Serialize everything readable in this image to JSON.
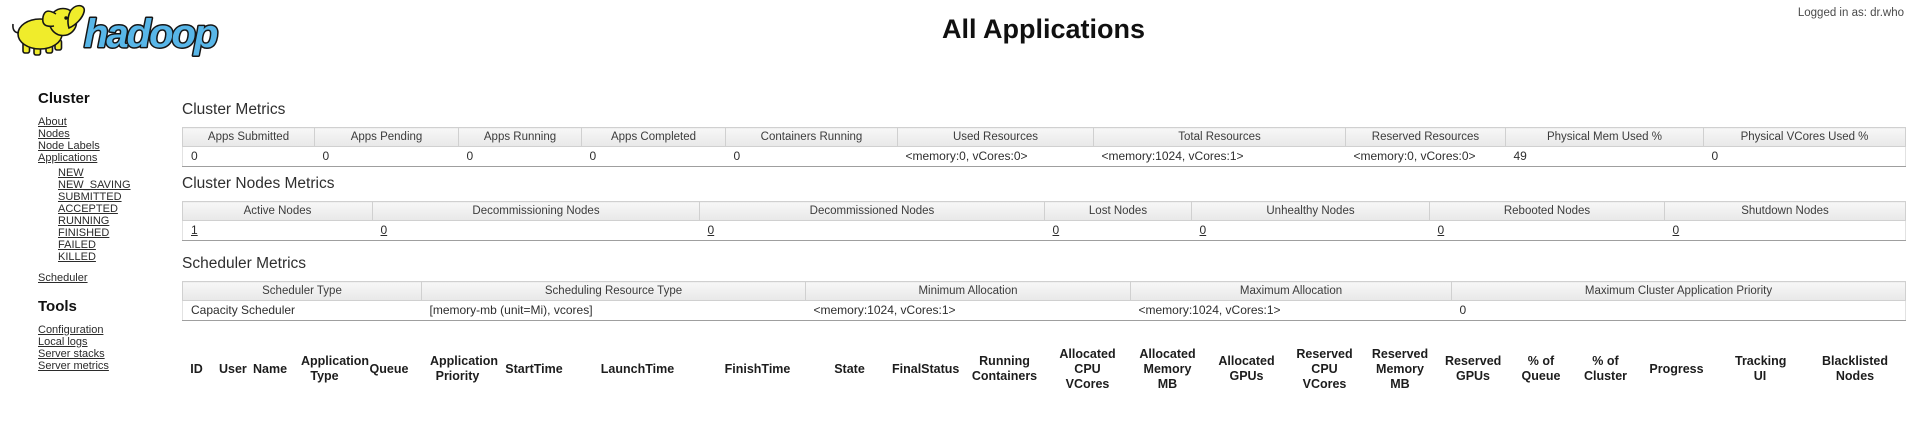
{
  "header": {
    "logo_text": "hadoop",
    "logged_in_as": "Logged in as: dr.who",
    "page_title": "All Applications"
  },
  "colors": {
    "logo_text_blue": "#58b6e8",
    "elephant_yellow": "#f0ec2b"
  },
  "sidebar": {
    "cluster_heading": "Cluster",
    "cluster_links": [
      "About",
      "Nodes",
      "Node Labels",
      "Applications"
    ],
    "application_states": [
      "NEW",
      "NEW_SAVING",
      "SUBMITTED",
      "ACCEPTED",
      "RUNNING",
      "FINISHED",
      "FAILED",
      "KILLED"
    ],
    "scheduler_link": "Scheduler",
    "tools_heading": "Tools",
    "tools_links": [
      "Configuration",
      "Local logs",
      "Server stacks",
      "Server metrics"
    ]
  },
  "cluster_metrics": {
    "heading": "Cluster Metrics",
    "columns": [
      "Apps Submitted",
      "Apps Pending",
      "Apps Running",
      "Apps Completed",
      "Containers Running",
      "Used Resources",
      "Total Resources",
      "Reserved Resources",
      "Physical Mem Used %",
      "Physical VCores Used %"
    ],
    "values": [
      "0",
      "0",
      "0",
      "0",
      "0",
      "<memory:0, vCores:0>",
      "<memory:1024, vCores:1>",
      "<memory:0, vCores:0>",
      "49",
      "0"
    ]
  },
  "cluster_nodes_metrics": {
    "heading": "Cluster Nodes Metrics",
    "columns": [
      "Active Nodes",
      "Decommissioning Nodes",
      "Decommissioned Nodes",
      "Lost Nodes",
      "Unhealthy Nodes",
      "Rebooted Nodes",
      "Shutdown Nodes"
    ],
    "values": [
      "1",
      "0",
      "0",
      "0",
      "0",
      "0",
      "0"
    ]
  },
  "scheduler_metrics": {
    "heading": "Scheduler Metrics",
    "columns": [
      "Scheduler Type",
      "Scheduling Resource Type",
      "Minimum Allocation",
      "Maximum Allocation",
      "Maximum Cluster Application Priority"
    ],
    "values": [
      "Capacity Scheduler",
      "[memory-mb (unit=Mi), vcores]",
      "<memory:1024, vCores:1>",
      "<memory:1024, vCores:1>",
      "0"
    ]
  },
  "applications_table": {
    "columns": [
      "ID",
      "User",
      "Name",
      "Application Type",
      "Queue",
      "Application Priority",
      "StartTime",
      "LaunchTime",
      "FinishTime",
      "State",
      "FinalStatus",
      "Running Containers",
      "Allocated CPU VCores",
      "Allocated Memory MB",
      "Allocated GPUs",
      "Reserved CPU VCores",
      "Reserved Memory MB",
      "Reserved GPUs",
      "% of Queue",
      "% of Cluster",
      "Progress",
      "Tracking UI",
      "Blacklisted Nodes"
    ]
  }
}
